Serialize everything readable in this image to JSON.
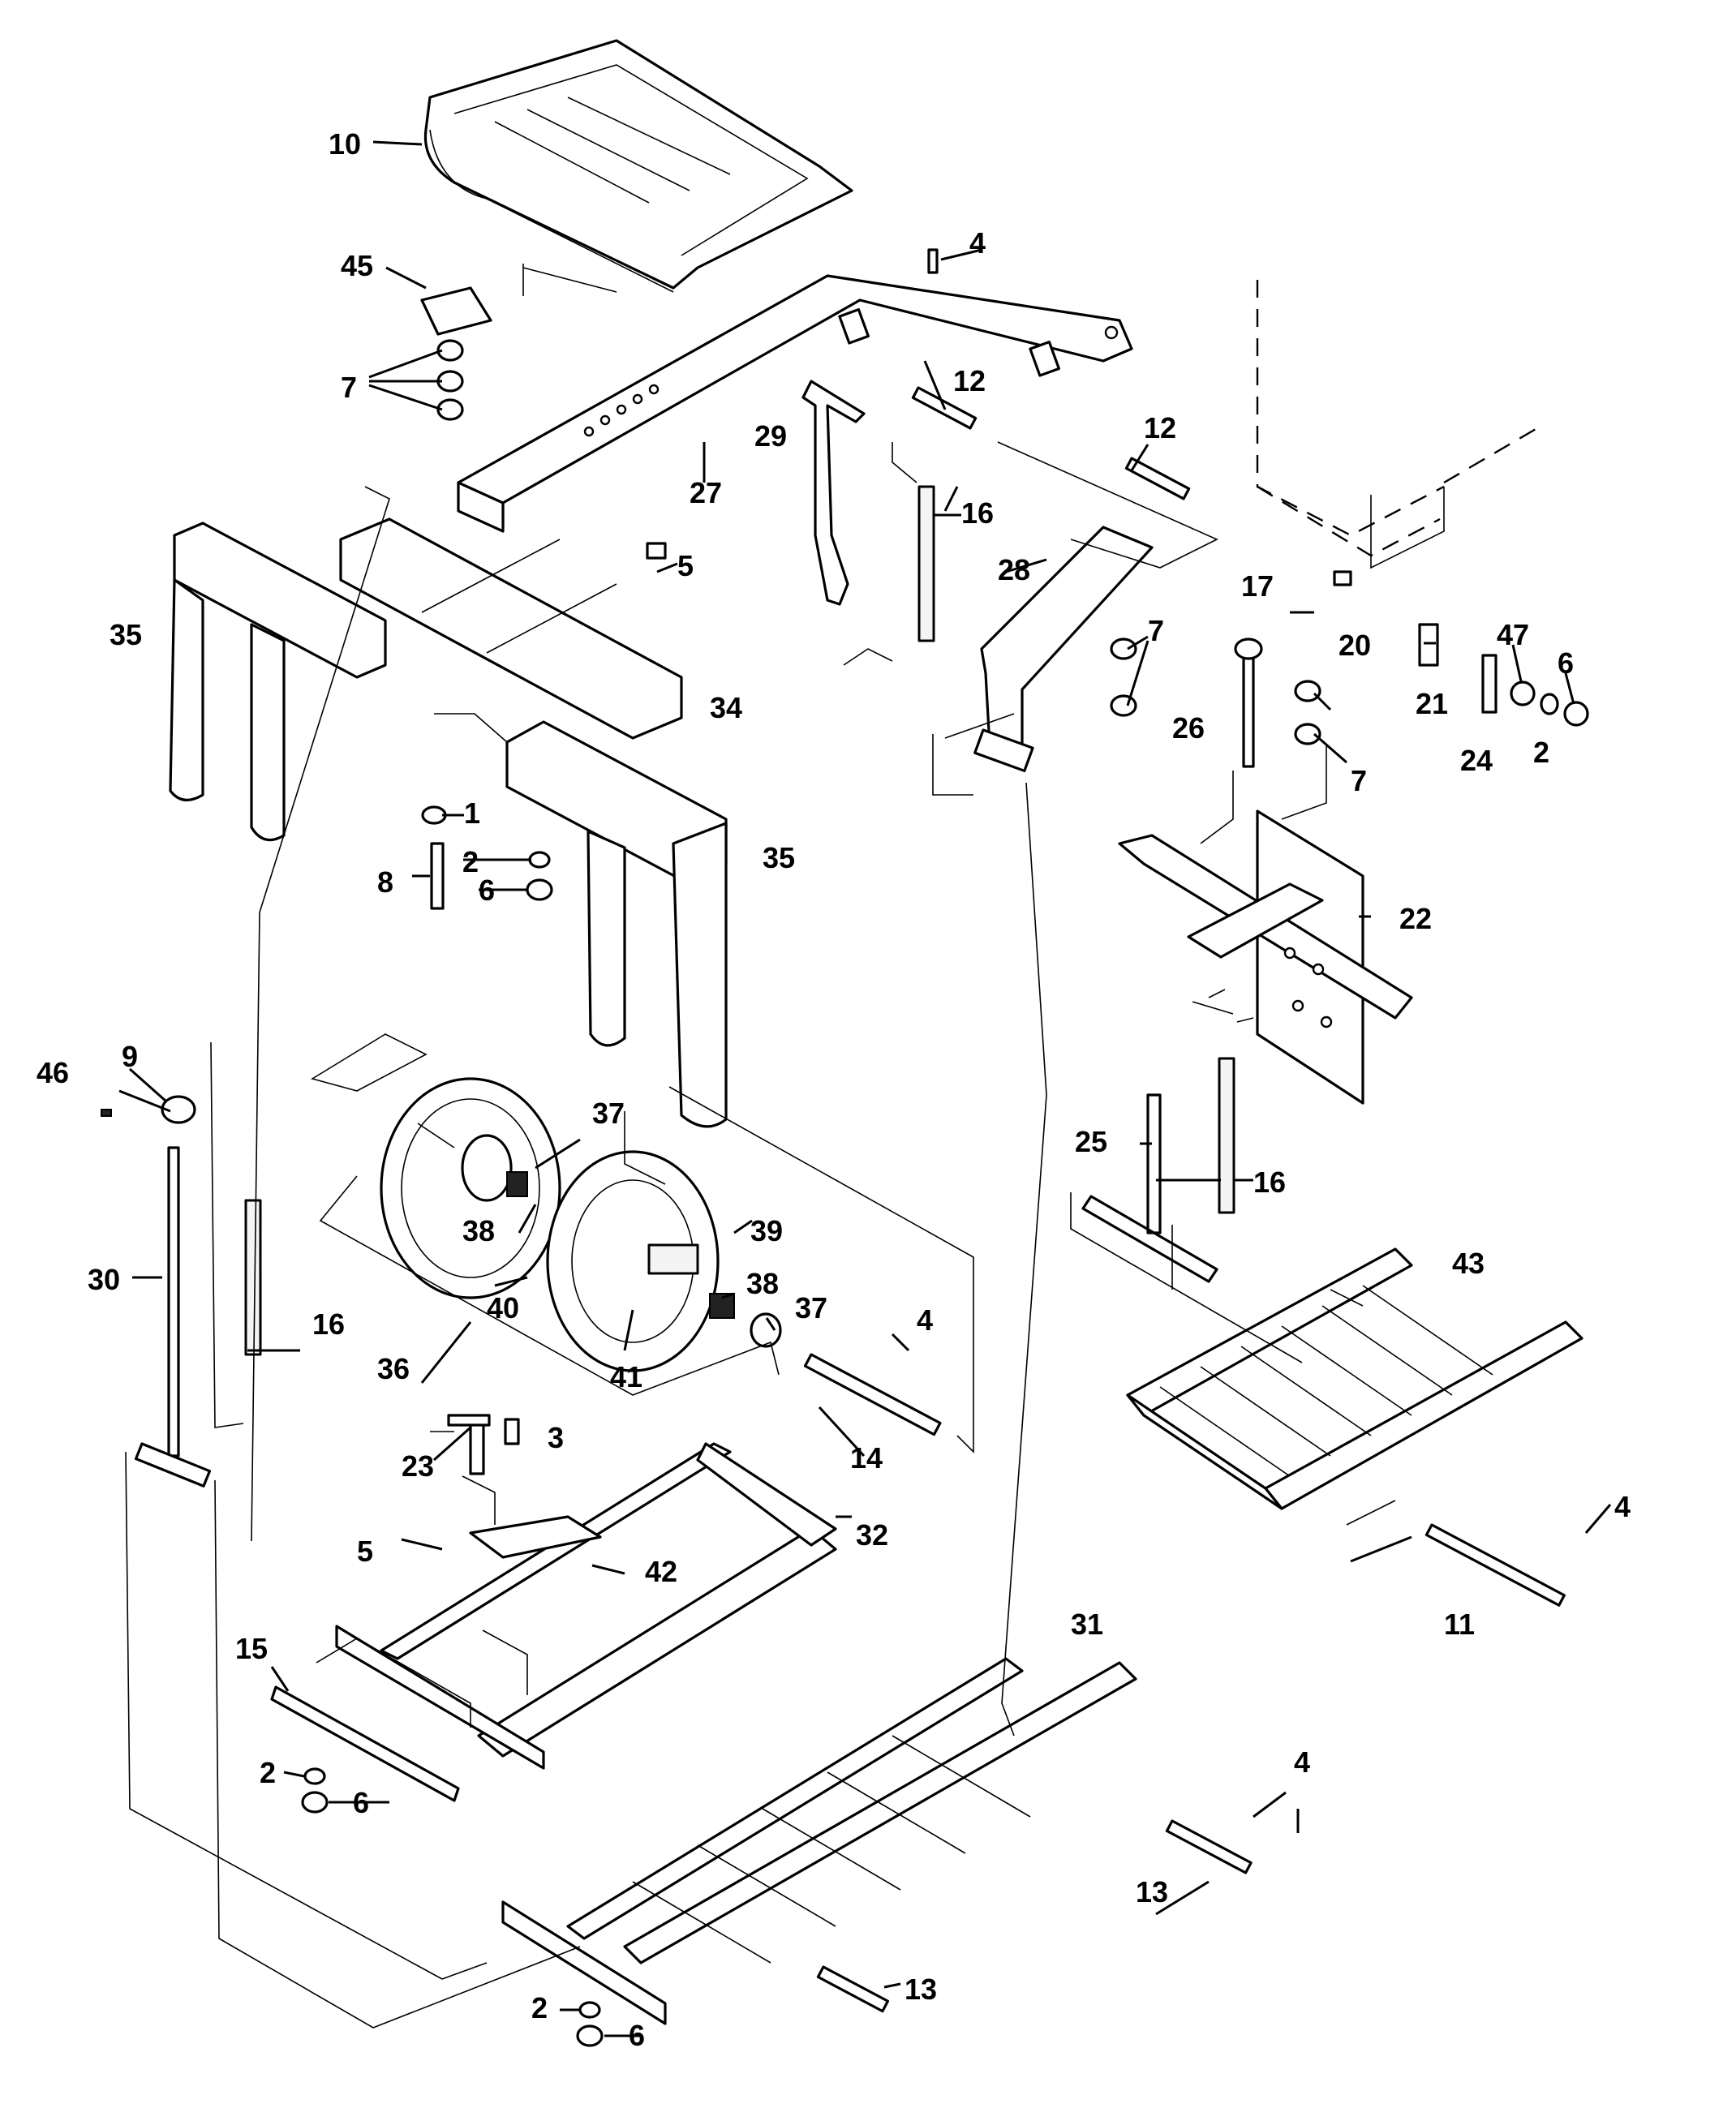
{
  "labels": {
    "p1": "1",
    "p2": "2",
    "p3": "3",
    "p4": "4",
    "p5": "5",
    "p6": "6",
    "p7": "7",
    "p8": "8",
    "p9": "9",
    "p10": "10",
    "p11": "11",
    "p12": "12",
    "p13": "13",
    "p14": "14",
    "p15": "15",
    "p16": "16",
    "p17": "17",
    "p20": "20",
    "p21": "21",
    "p22": "22",
    "p23": "23",
    "p24": "24",
    "p25": "25",
    "p26": "26",
    "p27": "27",
    "p28": "28",
    "p29": "29",
    "p30": "30",
    "p31": "31",
    "p32": "32",
    "p34": "34",
    "p35": "35",
    "p36": "36",
    "p37": "37",
    "p38": "38",
    "p39": "39",
    "p40": "40",
    "p41": "41",
    "p42": "42",
    "p43": "43",
    "p45": "45",
    "p46": "46",
    "p47": "47"
  }
}
